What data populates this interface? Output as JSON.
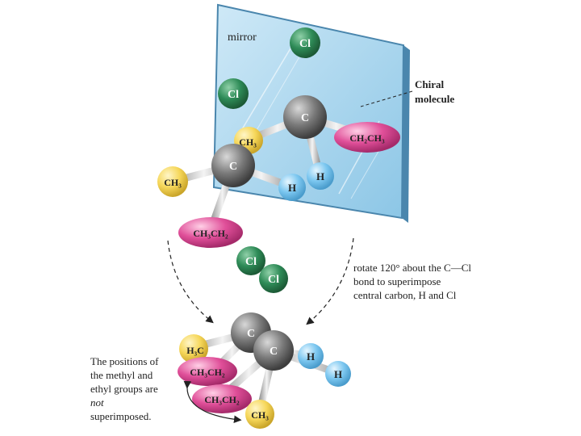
{
  "labels": {
    "mirror": "mirror",
    "chiral_line1": "Chiral",
    "chiral_line2": "molecule",
    "rotate_line1": "rotate 120° about the C—Cl",
    "rotate_line2": "bond to superimpose",
    "rotate_line3": "central carbon, H and Cl",
    "note_line1": "The positions of",
    "note_line2": "the methyl and",
    "note_line3": "ethyl groups are",
    "note_line4": "not",
    "note_line5": "superimposed."
  },
  "atoms": {
    "cl": "Cl",
    "c": "C",
    "h": "H",
    "ch3": "CH₃",
    "h3c": "H₃C",
    "ch2ch3": "CH₂CH₃",
    "ch3ch2": "CH₃CH₂"
  },
  "colors": {
    "chlorine": "#2e8b57",
    "carbon": "#6b6b6b",
    "hydrogen": "#7cc7f0",
    "methyl": "#f6d75a",
    "ethyl": "#e04f99",
    "mirror": "#a9d6ef"
  }
}
